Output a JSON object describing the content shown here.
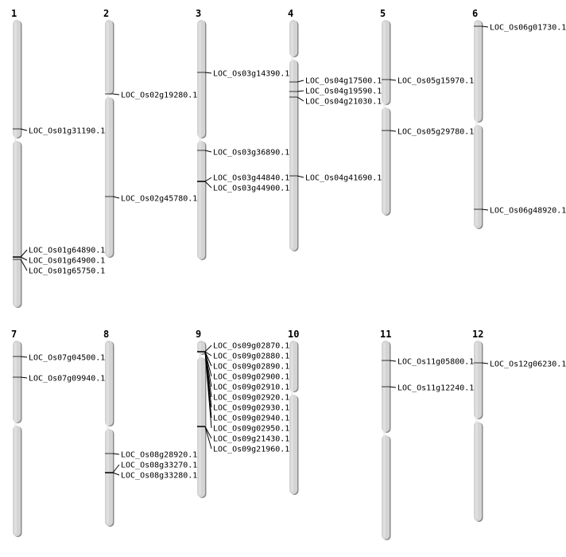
{
  "chromosomes": [
    {
      "label": "1",
      "genes": [
        "LOC_Os01g31190.1",
        "LOC_Os01g64890.1",
        "LOC_Os01g64900.1",
        "LOC_Os01g65750.1"
      ]
    },
    {
      "label": "2",
      "genes": [
        "LOC_Os02g19280.1",
        "LOC_Os02g45780.1"
      ]
    },
    {
      "label": "3",
      "genes": [
        "LOC_Os03g14390.1",
        "LOC_Os03g36890.1",
        "LOC_Os03g44840.1",
        "LOC_Os03g44900.1"
      ]
    },
    {
      "label": "4",
      "genes": [
        "LOC_Os04g17500.1",
        "LOC_Os04g19590.1",
        "LOC_Os04g21030.1",
        "LOC_Os04g41690.1"
      ]
    },
    {
      "label": "5",
      "genes": [
        "LOC_Os05g15970.1",
        "LOC_Os05g29780.1"
      ]
    },
    {
      "label": "6",
      "genes": [
        "LOC_Os06g01730.1",
        "LOC_Os06g48920.1"
      ]
    },
    {
      "label": "7",
      "genes": [
        "LOC_Os07g04500.1",
        "LOC_Os07g09940.1"
      ]
    },
    {
      "label": "8",
      "genes": [
        "LOC_Os08g28920.1",
        "LOC_Os08g33270.1",
        "LOC_Os08g33280.1"
      ]
    },
    {
      "label": "9",
      "genes": [
        "LOC_Os09g02870.1",
        "LOC_Os09g02880.1",
        "LOC_Os09g02890.1",
        "LOC_Os09g02900.1",
        "LOC_Os09g02910.1",
        "LOC_Os09g02920.1",
        "LOC_Os09g02930.1",
        "LOC_Os09g02940.1",
        "LOC_Os09g02950.1",
        "LOC_Os09g21430.1",
        "LOC_Os09g21960.1"
      ]
    },
    {
      "label": "10",
      "genes": []
    },
    {
      "label": "11",
      "genes": [
        "LOC_Os11g05800.1",
        "LOC_Os11g12240.1"
      ]
    },
    {
      "label": "12",
      "genes": [
        "LOC_Os12g06230.1"
      ]
    }
  ],
  "colors": {
    "chromosome_fill": "#d4d4d4",
    "chromosome_shadow": "#8a8a8a",
    "marker": "#333333"
  }
}
